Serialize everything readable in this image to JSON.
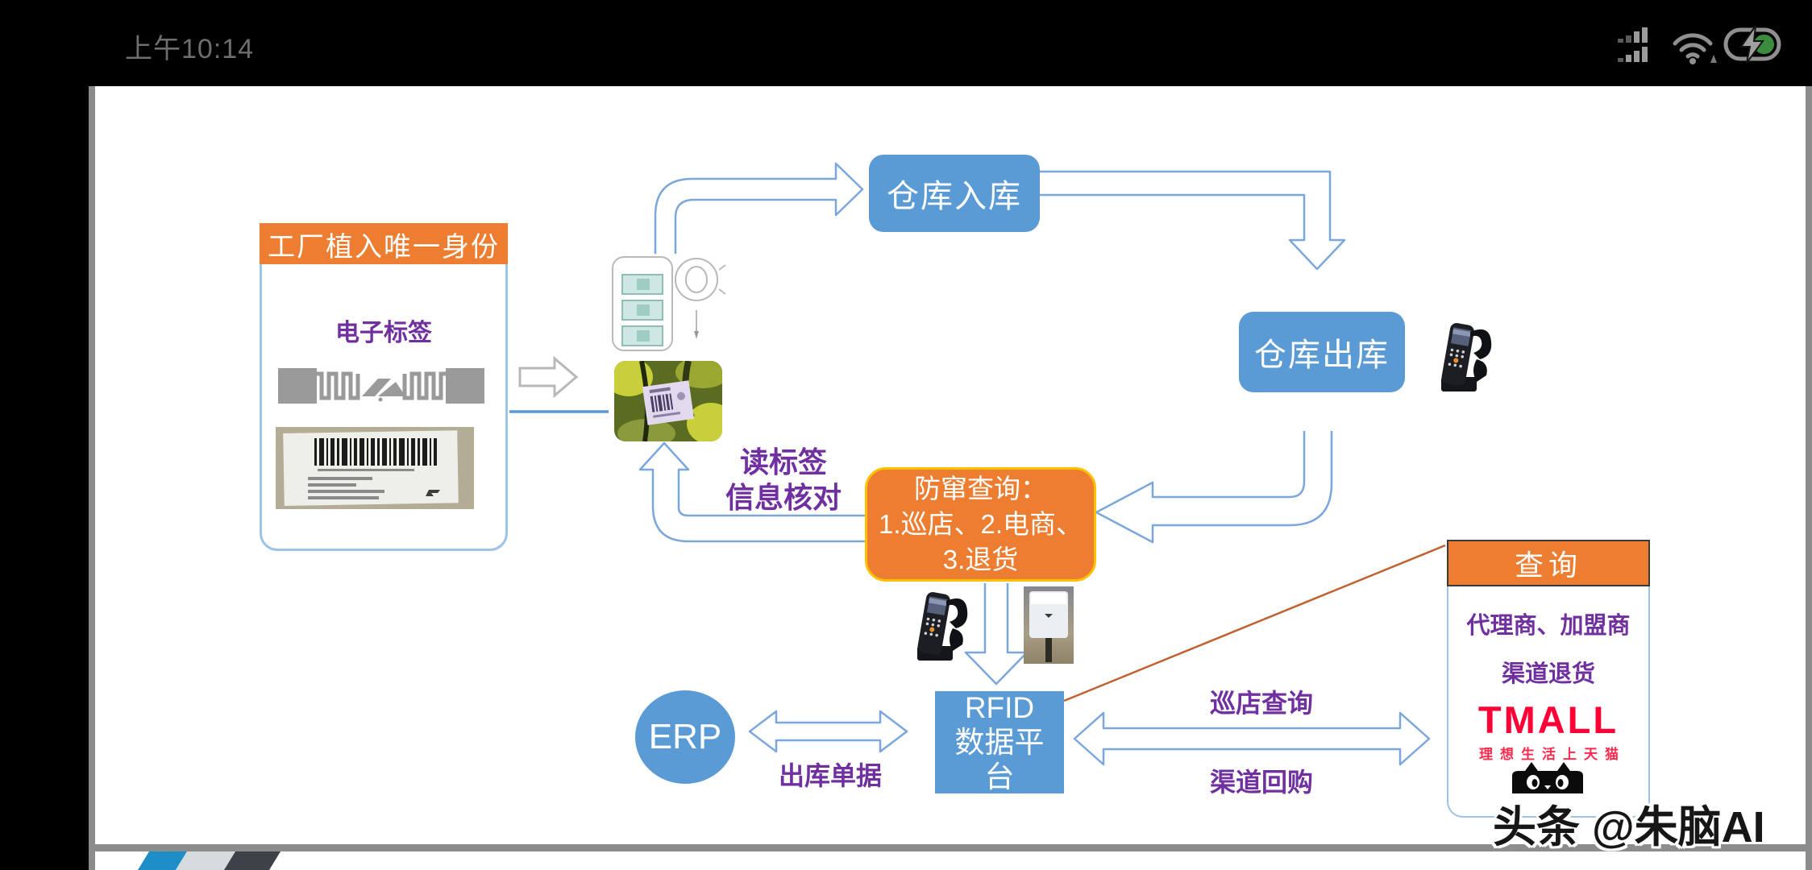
{
  "status_bar": {
    "time": "上午10:14",
    "icons": [
      "signal-icon",
      "wifi-icon",
      "battery-charging-icon"
    ]
  },
  "slide": {
    "factory": {
      "header": "工厂植入唯一身份",
      "tag_label": "电子标签"
    },
    "warehouse_in": "仓库入库",
    "warehouse_out": "仓库出库",
    "anti_counterfeit": {
      "line1": "防窜查询：",
      "line2": "1.巡店、2.电商、",
      "line3": "3.退货"
    },
    "read_tag": {
      "line1": "读标签",
      "line2": "信息核对"
    },
    "erp": "ERP",
    "rfid_platform": {
      "line1": "RFID",
      "line2": "数据平",
      "line3": "台"
    },
    "edge_labels": {
      "outbound_doc": "出库单据",
      "store_inspection": "巡店查询",
      "channel_buyback": "渠道回购"
    },
    "query": {
      "header": "查询",
      "audiences": "代理商、加盟商",
      "returns": "渠道退货",
      "tmall_wordmark": "TMALL",
      "tmall_slogan": "理想生活上天猫"
    }
  },
  "watermark": "头条 @朱脑AI",
  "colors": {
    "box_blue": "#5B9BD5",
    "box_orange": "#ED7D31",
    "orange_border": "#FFC000",
    "purple_text": "#7030A0",
    "arrow_outline": "#7CA7DC",
    "diagonal_line": "#C0622F",
    "tmall_red": "#FF0036",
    "battery_green": "#3C8C40"
  }
}
